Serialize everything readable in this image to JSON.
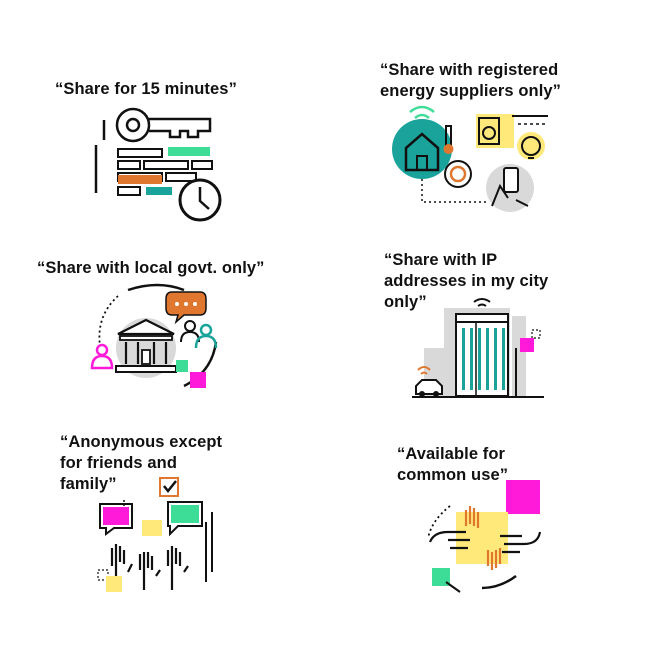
{
  "panels": [
    {
      "caption": "“Share for 15 minutes”",
      "icon": "key-clock-icon"
    },
    {
      "caption": "“Share with registered\nenergy suppliers only”",
      "icon": "smart-home-energy-icon"
    },
    {
      "caption": "“Share with local govt. only”",
      "icon": "government-building-icon"
    },
    {
      "caption": "“Share with IP\naddresses in my city\nonly”",
      "icon": "city-building-wifi-icon"
    },
    {
      "caption": "“Anonymous except\nfor friends and\nfamily”",
      "icon": "raised-hands-chat-icon"
    },
    {
      "caption": "“Available for\ncommon use”",
      "icon": "joined-hands-icon"
    }
  ],
  "colors": {
    "teal": "#1aa39a",
    "green": "#3ddc97",
    "magenta": "#ff1ad9",
    "orange": "#e0772f",
    "yellow": "#ffe97a",
    "gray": "#d9d9d9",
    "ink": "#111111"
  }
}
